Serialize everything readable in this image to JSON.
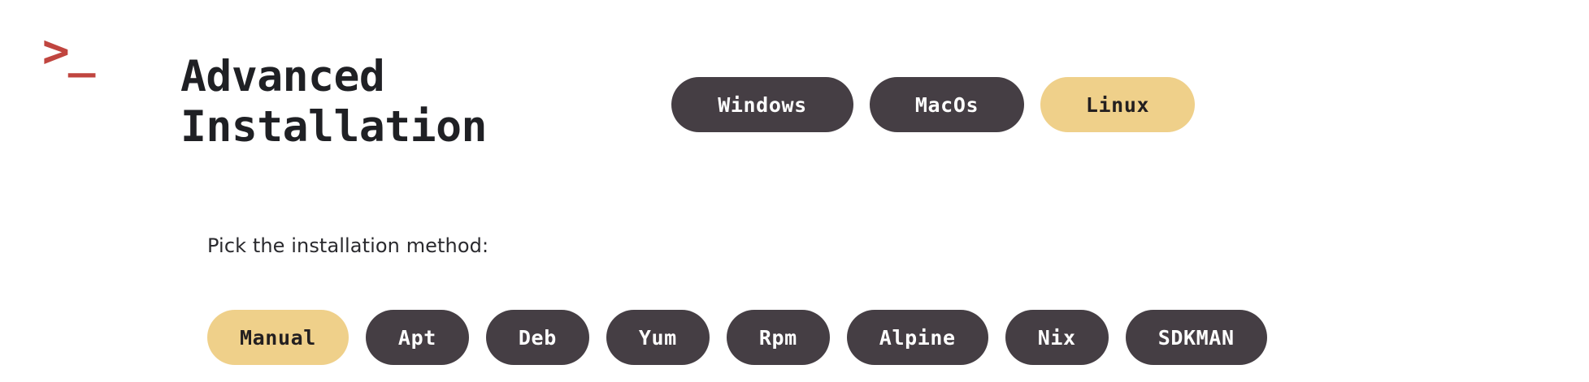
{
  "header": {
    "logo_glyph": ">_",
    "logo_icon_name": "terminal-prompt-icon",
    "title": "Advanced\nInstallation"
  },
  "os_tabs": {
    "selected": "Linux",
    "items": [
      {
        "label": "Windows",
        "selected": false
      },
      {
        "label": "MacOs",
        "selected": false
      },
      {
        "label": "Linux",
        "selected": true
      }
    ]
  },
  "method_section": {
    "label": "Pick the installation method:",
    "selected": "Manual",
    "items": [
      {
        "label": "Manual",
        "selected": true
      },
      {
        "label": "Apt",
        "selected": false
      },
      {
        "label": "Deb",
        "selected": false
      },
      {
        "label": "Yum",
        "selected": false
      },
      {
        "label": "Rpm",
        "selected": false
      },
      {
        "label": "Alpine",
        "selected": false
      },
      {
        "label": "Nix",
        "selected": false
      },
      {
        "label": "SDKMAN",
        "selected": false
      }
    ]
  },
  "colors": {
    "background": "#ffffff",
    "pill_inactive": "#453e44",
    "pill_active": "#efd08a",
    "pill_inactive_text": "#ffffff",
    "pill_active_text": "#231f20",
    "title_text": "#1f2024",
    "label_text": "#2a2a2e",
    "logo_red": "#c0453f"
  }
}
